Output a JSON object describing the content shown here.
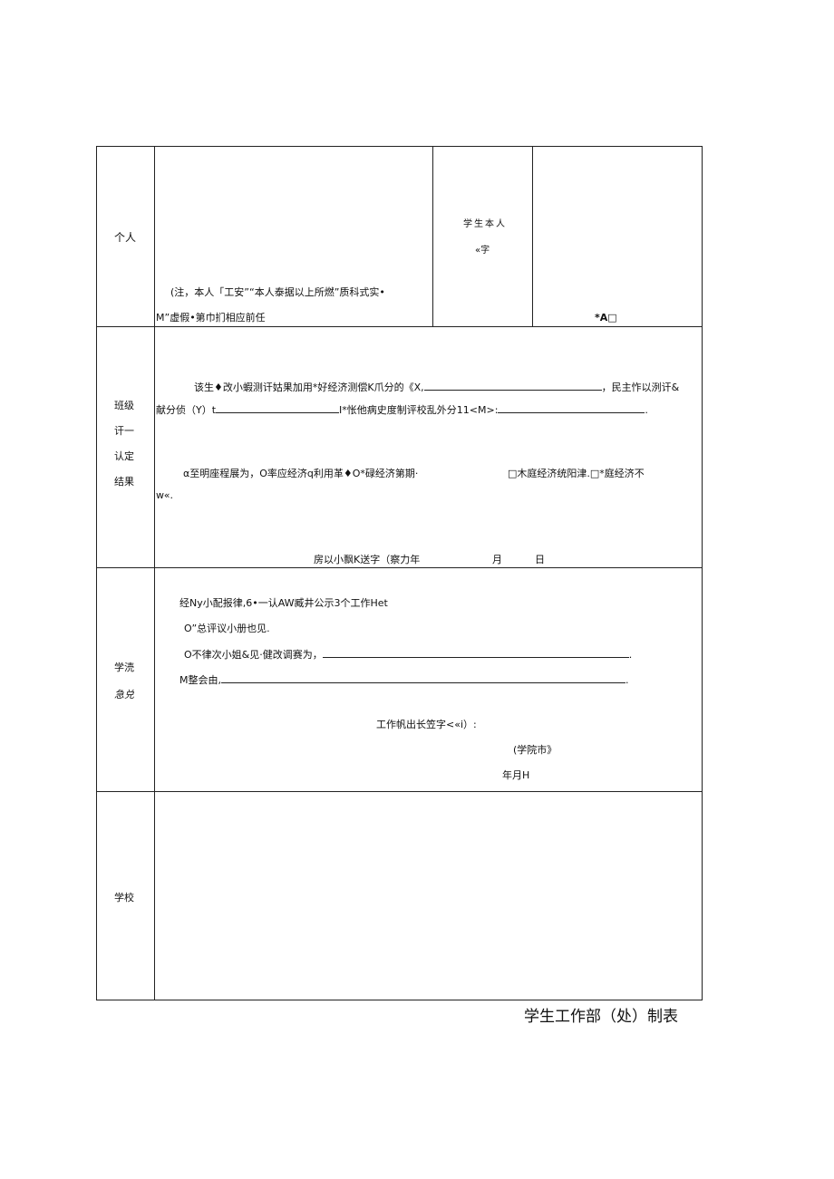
{
  "row_personal": {
    "label": "个人",
    "note_line1": "(注，本人「工安”“本人泰据以上所燃”质科式实•",
    "note_line2": "M”虚假•第巾扪相应前任",
    "sign_label1": "学生本人",
    "sign_label2": "«字",
    "date": "*A□"
  },
  "row_class": {
    "label_lines": [
      "班级",
      "讦一",
      "认定",
      "结果"
    ],
    "p1_a": "该生♦改小蝦测讦姑果加用*好经济测偿K爪分的《X,",
    "p1_b": "，民主怍以洌讦&",
    "p2_a": "献分侦（Y）t",
    "p2_b": "I*怅他病史度制评校乱外分11<M>:",
    "p2_c": ".",
    "p3_a": "α至明座程展为，O率应经济q利用革♦O*碌经济第期·",
    "p3_b": "□木庭经济统阳津.□*庭经济不",
    "p4": "w«.",
    "sign": "房以小飘K送字（察力年",
    "month": "月",
    "day": "日"
  },
  "row_college": {
    "label_line1": "学涜",
    "label_line2": "急兑",
    "l1": "经Ny小配报律,6•一认AW臧井公示3个工作Het",
    "l2": "O”总评议小册也见.",
    "l3": "O不律次小姐&见·健改调赛为，",
    "l3_end": ".",
    "l4": "M整会由,",
    "l4_end": ".",
    "sign": "工作帆出长笠字<«i）:",
    "stamp": "(学院市》",
    "date": "年月H"
  },
  "row_school": {
    "label": "学校"
  },
  "footer": "学生工作部（处）制表"
}
